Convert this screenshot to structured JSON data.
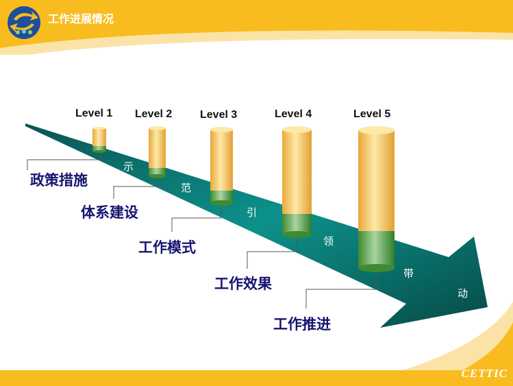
{
  "header": {
    "title": "工作进展情况",
    "logo_icon": "circular-arrows-people-logo"
  },
  "levels": [
    {
      "label": "Level 1",
      "step": "政策措施",
      "verb": "示"
    },
    {
      "label": "Level 2",
      "step": "体系建设",
      "verb": "范"
    },
    {
      "label": "Level 3",
      "step": "工作模式",
      "verb": "引"
    },
    {
      "label": "Level 4",
      "step": "工作效果",
      "verb": "领"
    },
    {
      "label": "Level 5",
      "step": "工作推进",
      "verb": "带"
    }
  ],
  "arrow_end_verb": "动",
  "footer": {
    "brand": "CETTIC"
  },
  "colors": {
    "header": "#f8bc1e",
    "arrow": "#0b6f6a",
    "cylinder": "#f5c35a",
    "band": "#5fa85a",
    "label": "#14146e"
  }
}
